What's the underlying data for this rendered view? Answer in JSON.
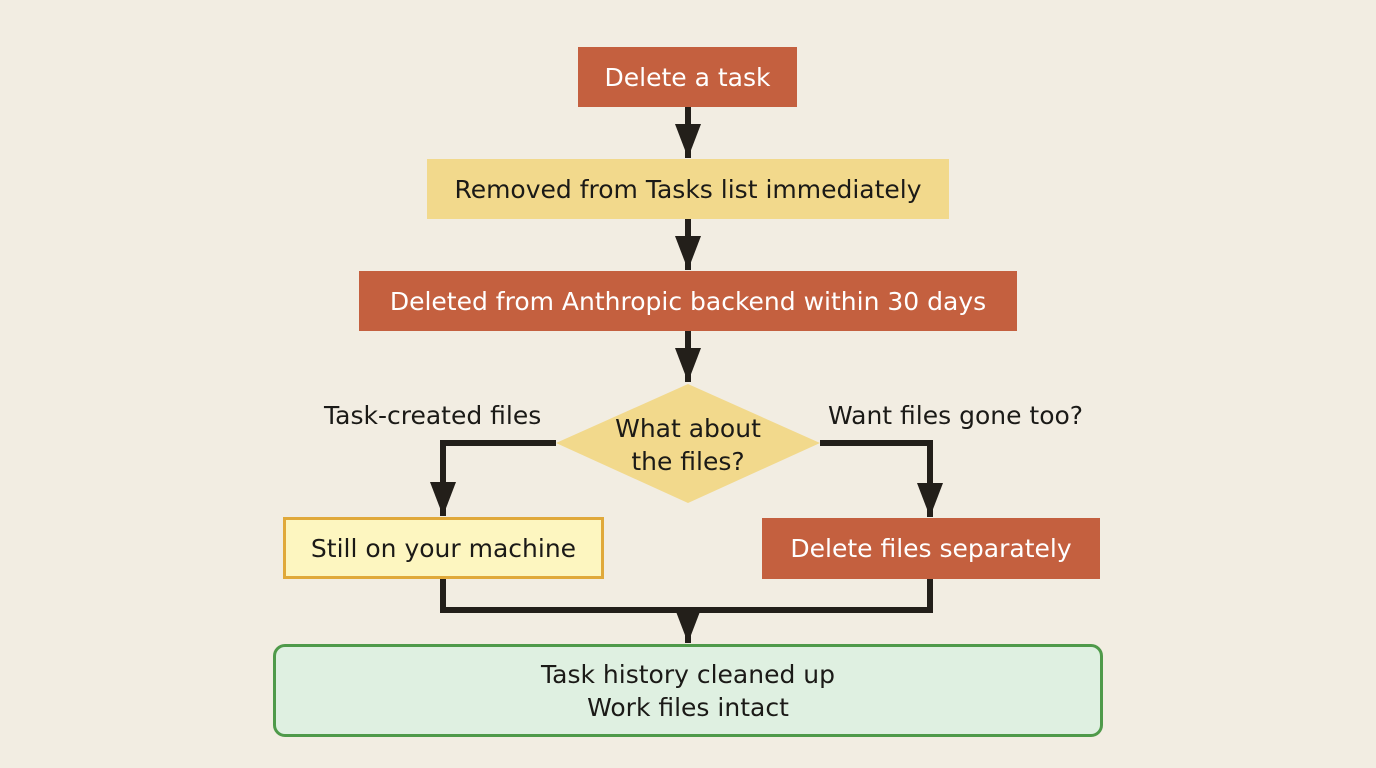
{
  "colors": {
    "background": "#f2ede2",
    "terracotta": "#c4603f",
    "sand": "#f2d98c",
    "pale_yellow": "#fdf6c0",
    "yellow_border": "#e0a93a",
    "mint": "#dff0e1",
    "green_border": "#4f9a4a",
    "arrow": "#231f1a",
    "text_dark": "#1b1a17",
    "text_light": "#ffffff"
  },
  "nodes": {
    "start": {
      "label": "Delete a task"
    },
    "removed": {
      "label": "Removed from Tasks list immediately"
    },
    "backend": {
      "label": "Deleted from Anthropic backend within 30 days"
    },
    "decision": {
      "line1": "What about",
      "line2": "the files?"
    },
    "still": {
      "label": "Still on your machine"
    },
    "delete_files": {
      "label": "Delete files separately"
    },
    "result": {
      "line1": "Task history cleaned up",
      "line2": "Work files intact"
    }
  },
  "branches": {
    "left": "Task-created files",
    "right": "Want files gone too?"
  }
}
